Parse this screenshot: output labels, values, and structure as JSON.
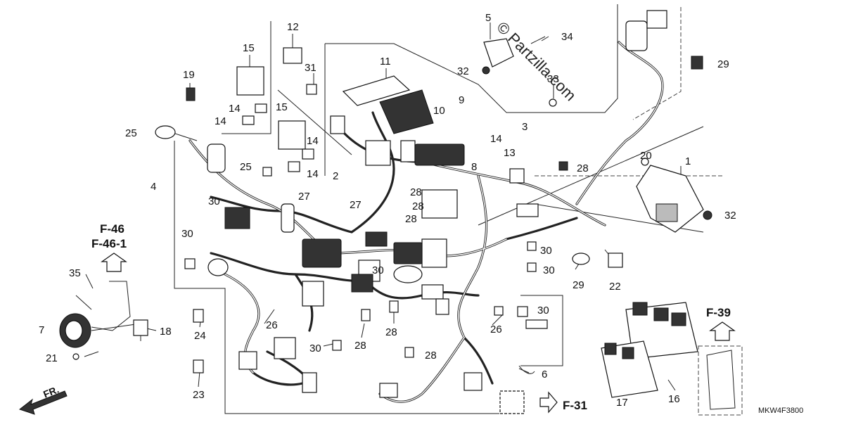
{
  "diagram": {
    "code": "MKW4F3800",
    "watermark": "© Partzilla.com",
    "direction_label": "FR.",
    "refs": [
      {
        "id": "f46",
        "text": "F-46"
      },
      {
        "id": "f461",
        "text": "F-46-1"
      },
      {
        "id": "f39",
        "text": "F-39"
      },
      {
        "id": "f31",
        "text": "F-31"
      }
    ],
    "callouts": [
      {
        "id": "c1",
        "text": "1"
      },
      {
        "id": "c2",
        "text": "2"
      },
      {
        "id": "c3",
        "text": "3"
      },
      {
        "id": "c4",
        "text": "4"
      },
      {
        "id": "c5",
        "text": "5"
      },
      {
        "id": "c6",
        "text": "6"
      },
      {
        "id": "c7",
        "text": "7"
      },
      {
        "id": "c8",
        "text": "8"
      },
      {
        "id": "c9",
        "text": "9"
      },
      {
        "id": "c10",
        "text": "10"
      },
      {
        "id": "c11",
        "text": "11"
      },
      {
        "id": "c12",
        "text": "12"
      },
      {
        "id": "c13",
        "text": "13"
      },
      {
        "id": "c14a",
        "text": "14"
      },
      {
        "id": "c14b",
        "text": "14"
      },
      {
        "id": "c14c",
        "text": "14"
      },
      {
        "id": "c14d",
        "text": "14"
      },
      {
        "id": "c14e",
        "text": "14"
      },
      {
        "id": "c15a",
        "text": "15"
      },
      {
        "id": "c15b",
        "text": "15"
      },
      {
        "id": "c16",
        "text": "16"
      },
      {
        "id": "c17",
        "text": "17"
      },
      {
        "id": "c18",
        "text": "18"
      },
      {
        "id": "c19",
        "text": "19"
      },
      {
        "id": "c20",
        "text": "20"
      },
      {
        "id": "c21",
        "text": "21"
      },
      {
        "id": "c22",
        "text": "22"
      },
      {
        "id": "c23",
        "text": "23"
      },
      {
        "id": "c24",
        "text": "24"
      },
      {
        "id": "c25a",
        "text": "25"
      },
      {
        "id": "c25b",
        "text": "25"
      },
      {
        "id": "c26a",
        "text": "26"
      },
      {
        "id": "c26b",
        "text": "26"
      },
      {
        "id": "c27a",
        "text": "27"
      },
      {
        "id": "c27b",
        "text": "27"
      },
      {
        "id": "c28a",
        "text": "28"
      },
      {
        "id": "c28b",
        "text": "28"
      },
      {
        "id": "c28c",
        "text": "28"
      },
      {
        "id": "c28d",
        "text": "28"
      },
      {
        "id": "c28e",
        "text": "28"
      },
      {
        "id": "c28f",
        "text": "28"
      },
      {
        "id": "c28g",
        "text": "28"
      },
      {
        "id": "c29a",
        "text": "29"
      },
      {
        "id": "c29b",
        "text": "29"
      },
      {
        "id": "c30a",
        "text": "30"
      },
      {
        "id": "c30b",
        "text": "30"
      },
      {
        "id": "c30c",
        "text": "30"
      },
      {
        "id": "c30d",
        "text": "30"
      },
      {
        "id": "c30e",
        "text": "30"
      },
      {
        "id": "c30f",
        "text": "30"
      },
      {
        "id": "c30g",
        "text": "30"
      },
      {
        "id": "c31",
        "text": "31"
      },
      {
        "id": "c32a",
        "text": "32"
      },
      {
        "id": "c32b",
        "text": "32"
      },
      {
        "id": "c33",
        "text": "33"
      },
      {
        "id": "c34",
        "text": "34"
      },
      {
        "id": "c35",
        "text": "35"
      }
    ]
  }
}
